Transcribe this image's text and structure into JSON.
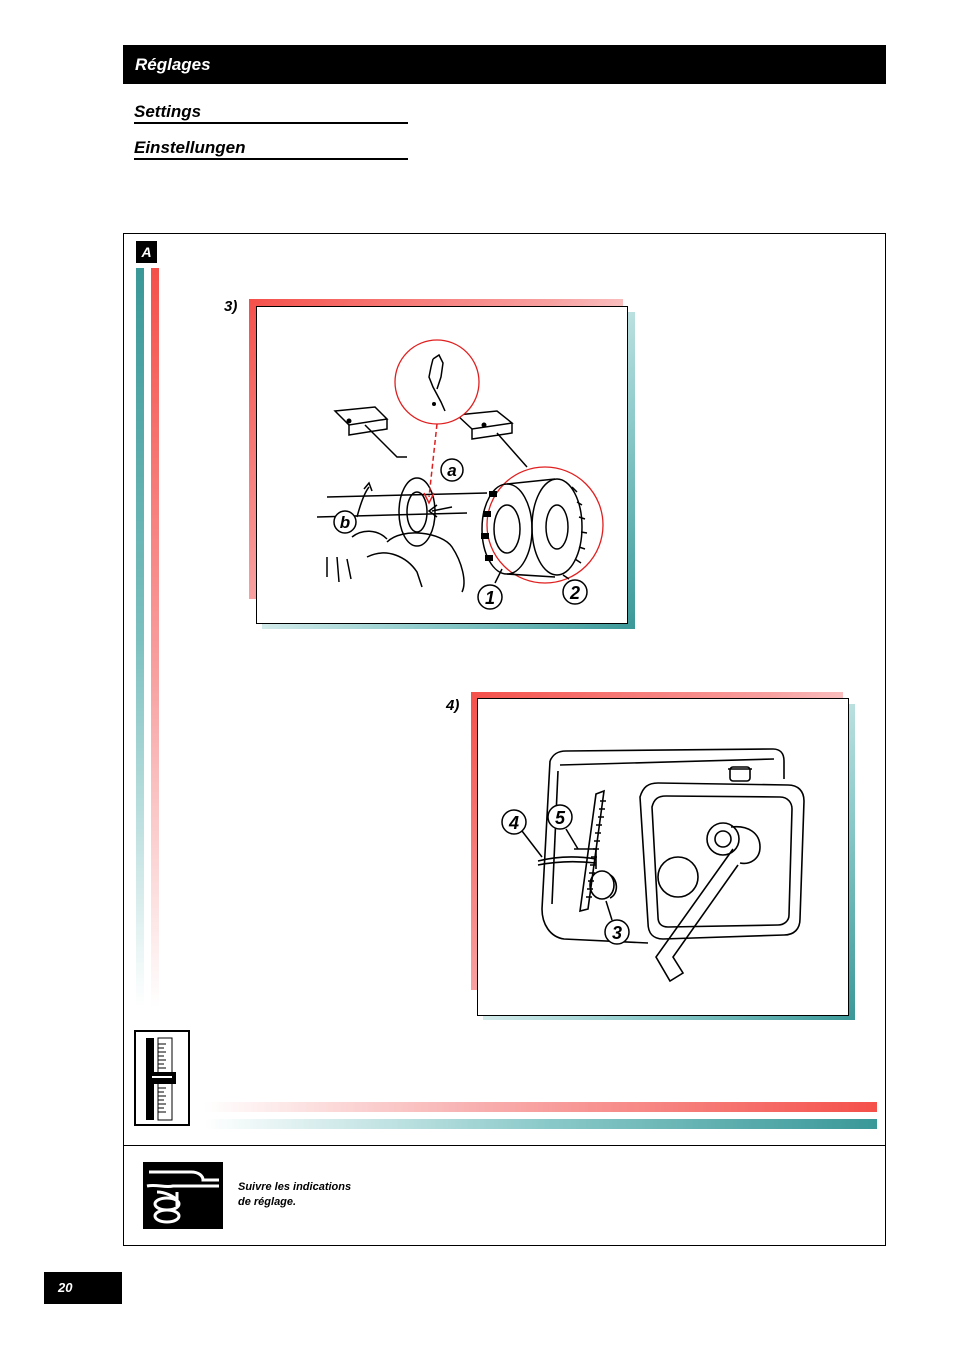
{
  "header": {
    "title": "Réglages"
  },
  "subtitles": {
    "settings": "Settings",
    "einstellungen": "Einstellungen"
  },
  "section": {
    "badge": "A"
  },
  "figures": {
    "fig3": {
      "label": "3)",
      "callouts": [
        "a",
        "b",
        "1",
        "2"
      ]
    },
    "fig4": {
      "label": "4)",
      "callouts": [
        "4",
        "5",
        "3"
      ]
    }
  },
  "note": {
    "line1": "Suivre les indications",
    "line2": "de réglage."
  },
  "footer": {
    "page_number": "20"
  },
  "colors": {
    "accent_red": "#f5504a",
    "accent_teal": "#3a9898",
    "black": "#000000"
  },
  "icons": [
    "slider-adjust-icon",
    "pointing-hand-icon"
  ]
}
